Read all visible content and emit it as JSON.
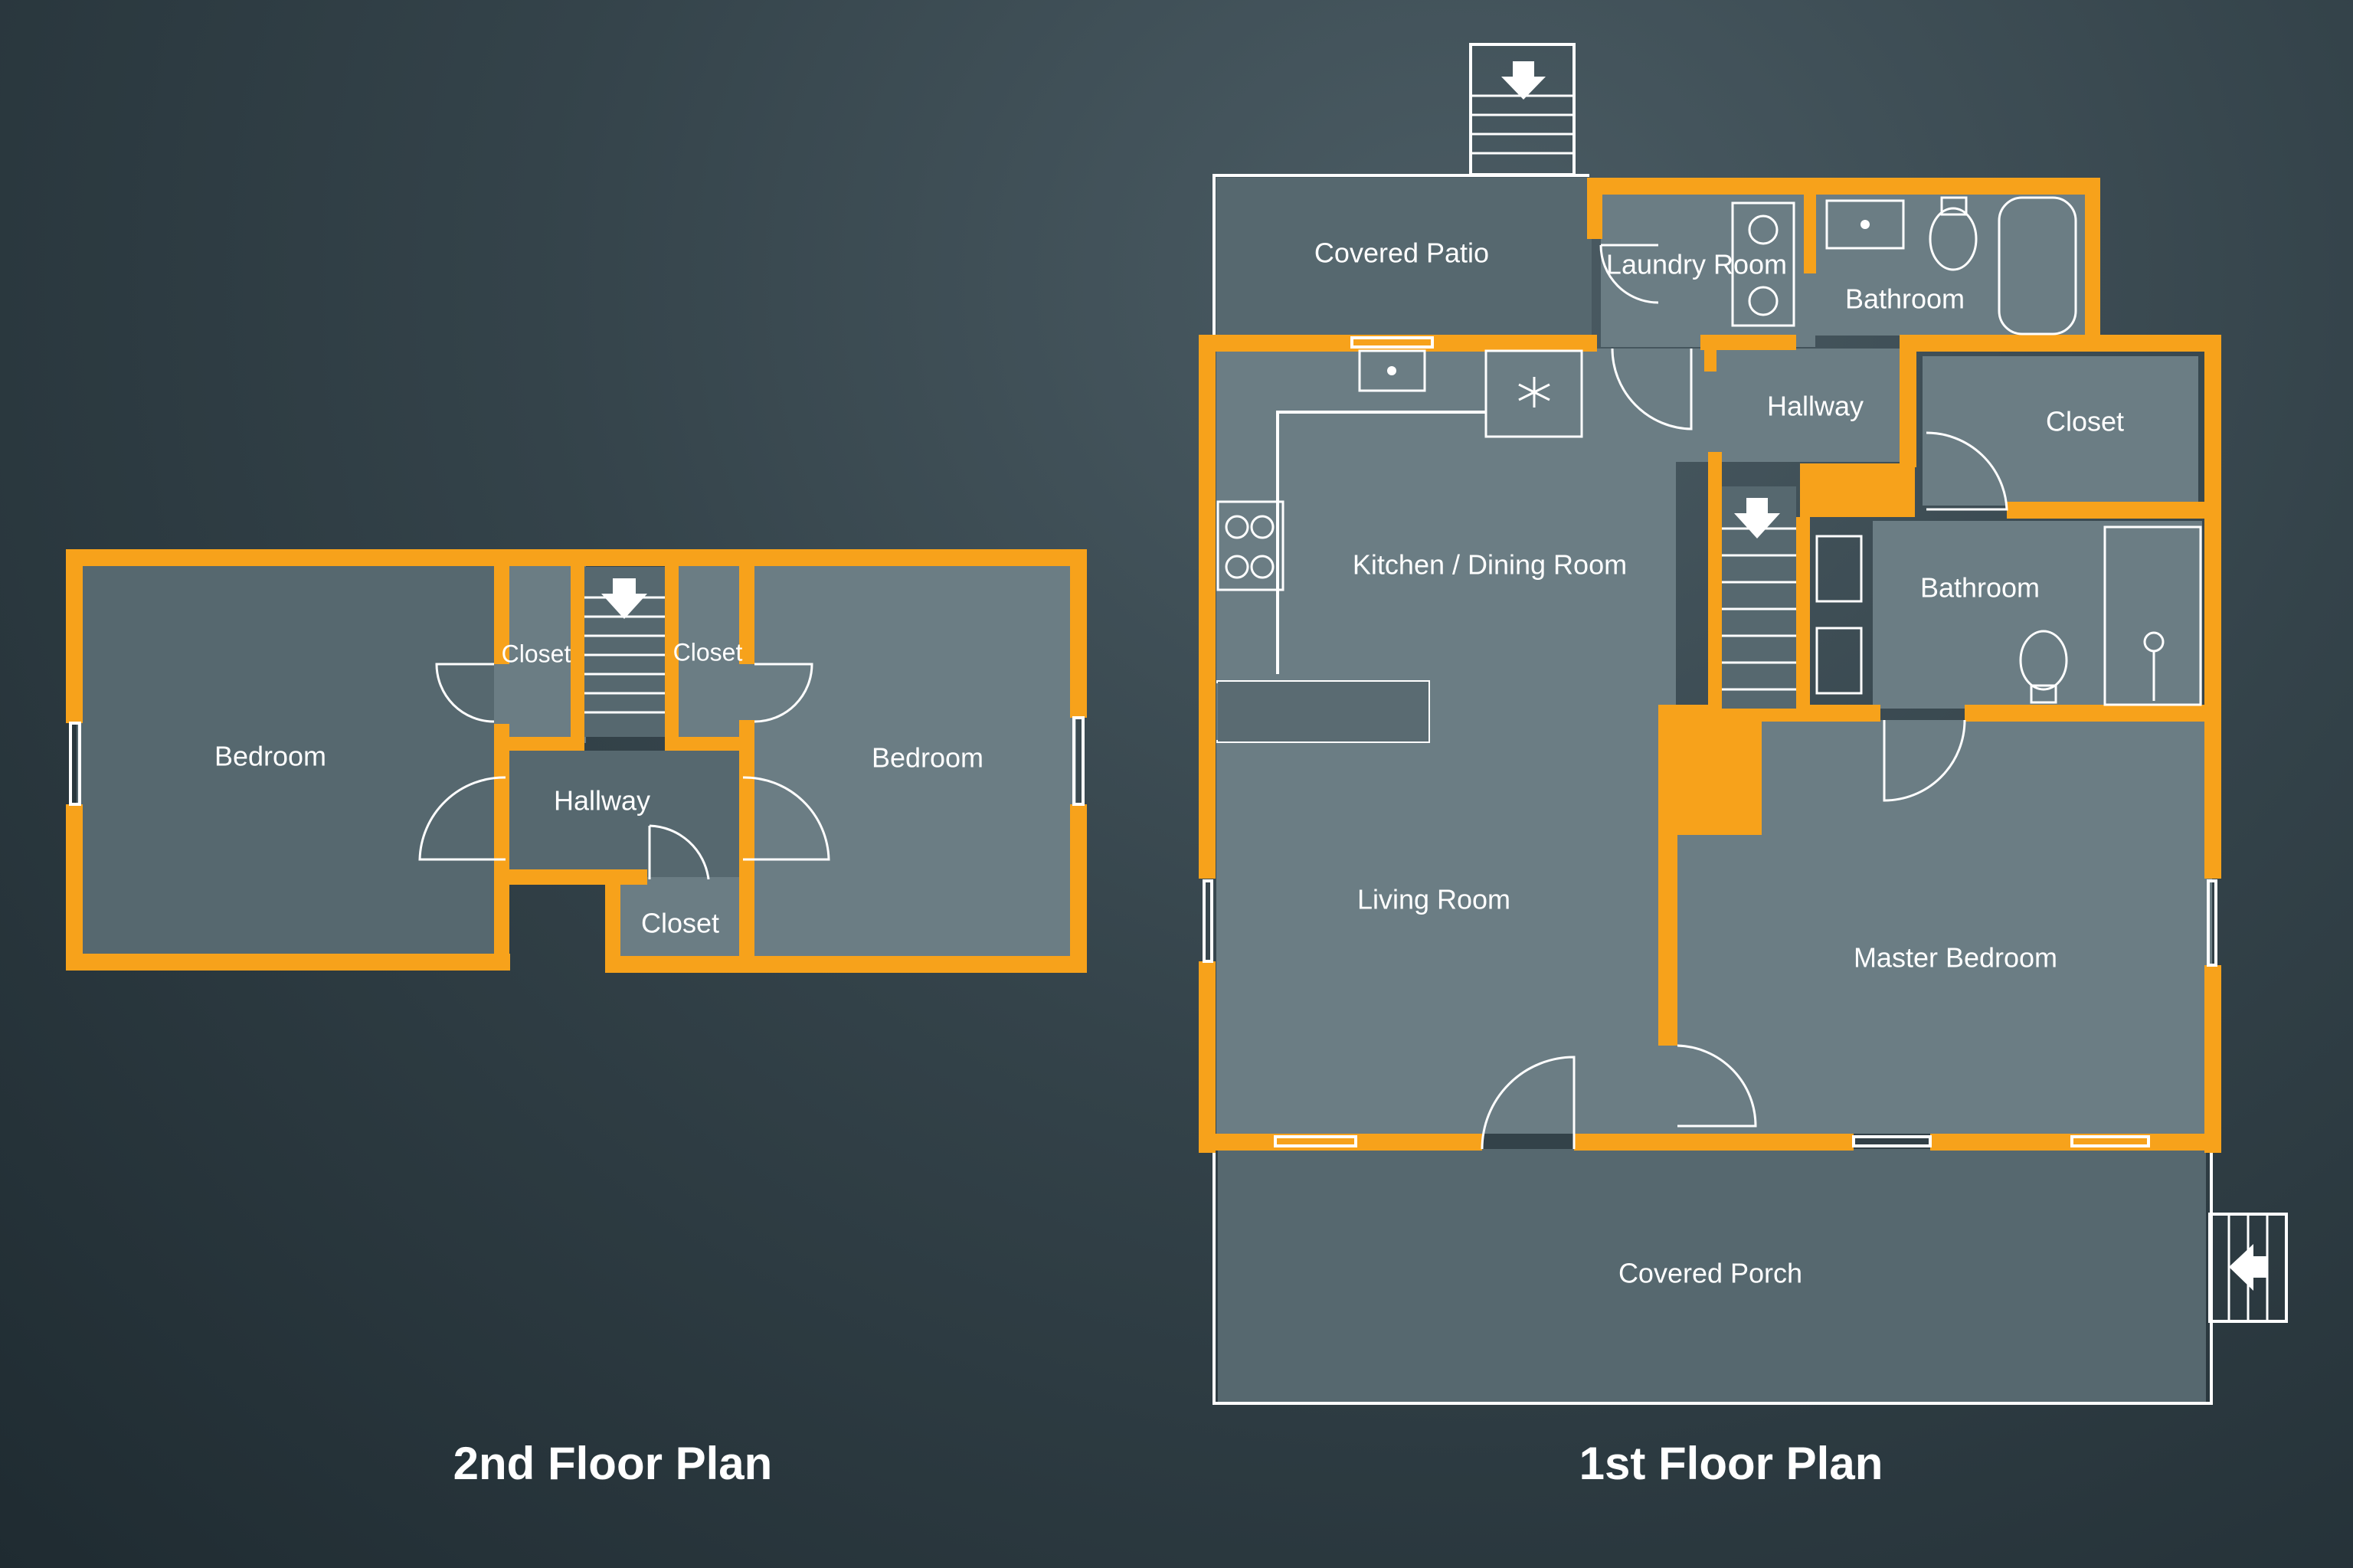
{
  "plans": {
    "second_floor": {
      "title": "2nd Floor Plan",
      "rooms": {
        "bedroom_left": "Bedroom",
        "closet_left": "Closet",
        "closet_right": "Closet",
        "bedroom_right": "Bedroom",
        "hallway": "Hallway",
        "closet_bottom": "Closet"
      }
    },
    "first_floor": {
      "title": "1st Floor Plan",
      "rooms": {
        "covered_patio": "Covered Patio",
        "laundry_room": "Laundry Room",
        "bathroom_top": "Bathroom",
        "hallway": "Hallway",
        "closet": "Closet",
        "kitchen_dining": "Kitchen / Dining Room",
        "bathroom_middle": "Bathroom",
        "living_room": "Living Room",
        "master_bedroom": "Master Bedroom",
        "covered_porch": "Covered Porch"
      }
    }
  },
  "colors": {
    "wall": "#f7a21b",
    "floor": "#6b7d84",
    "outline": "#ffffff",
    "background": "#2c3a41"
  },
  "icons": {
    "stair_arrow": "arrow-down-icon",
    "entry_arrow": "arrow-left-icon",
    "fridge": "snowflake-icon",
    "stove": "stove-burners-icon"
  }
}
